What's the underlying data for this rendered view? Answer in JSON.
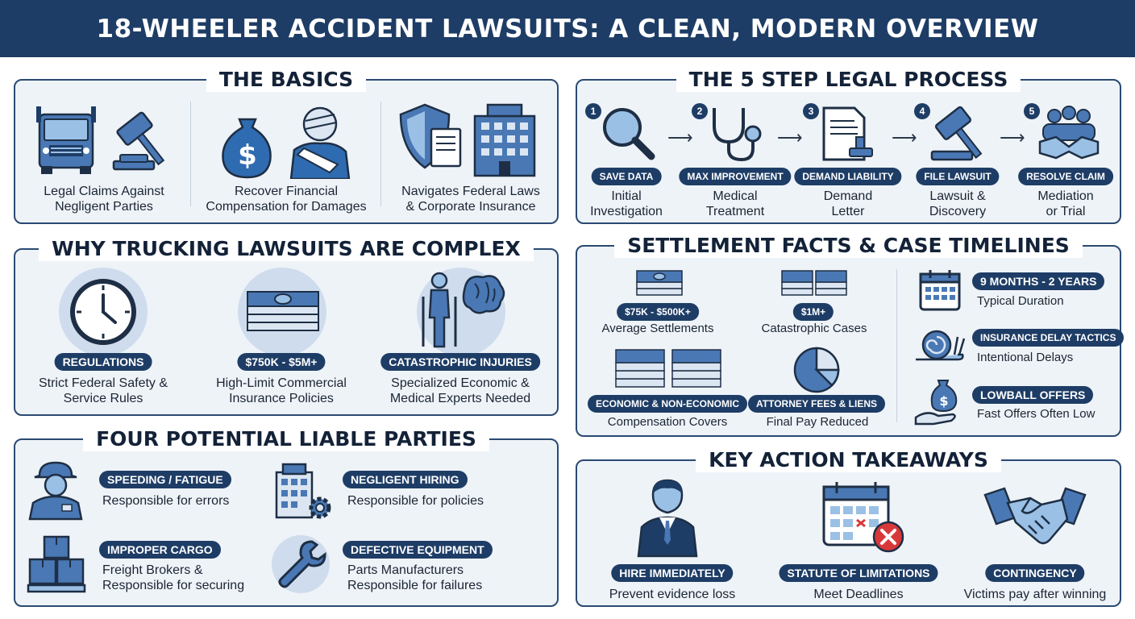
{
  "header": {
    "title": "18-WHEELER ACCIDENT LAWSUITS: A CLEAN, MODERN OVERVIEW"
  },
  "colors": {
    "navy": "#1e3d66",
    "light_panel": "#eef3f8",
    "icon_blue": "#4a78b5",
    "red": "#d9383a"
  },
  "basics": {
    "title": "THE BASICS",
    "items": [
      {
        "icon": "truck-gavel-icon",
        "caption_1": "Legal Claims Against",
        "caption_2": "Negligent Parties"
      },
      {
        "icon": "money-bag-injured-person-icon",
        "caption_1": "Recover Financial",
        "caption_2": "Compensation for Damages"
      },
      {
        "icon": "shield-building-icon",
        "caption_1": "Navigates Federal Laws",
        "caption_2": "& Corporate Insurance"
      }
    ]
  },
  "process": {
    "title": "THE 5 STEP LEGAL PROCESS",
    "steps": [
      {
        "num": "1",
        "icon": "magnifier-icon",
        "badge": "SAVE DATA",
        "caption_1": "Initial",
        "caption_2": "Investigation"
      },
      {
        "num": "2",
        "icon": "stethoscope-icon",
        "badge": "MAX IMPROVEMENT",
        "caption_1": "Medical",
        "caption_2": "Treatment"
      },
      {
        "num": "3",
        "icon": "document-stamp-icon",
        "badge": "DEMAND LIABILITY",
        "caption_1": "Demand",
        "caption_2": "Letter"
      },
      {
        "num": "4",
        "icon": "gavel-icon",
        "badge": "FILE LAWSUIT",
        "caption_1": "Lawsuit &",
        "caption_2": "Discovery"
      },
      {
        "num": "5",
        "icon": "handshake-group-icon",
        "badge": "RESOLVE CLAIM",
        "caption_1": "Mediation",
        "caption_2": "or Trial"
      }
    ]
  },
  "complex": {
    "title": "WHY TRUCKING LAWSUITS ARE COMPLEX",
    "items": [
      {
        "icon": "clock-icon",
        "badge": "REGULATIONS",
        "caption_1": "Strict Federal Safety &",
        "caption_2": "Service Rules"
      },
      {
        "icon": "cash-stack-icon",
        "badge": "$750K - $5M+",
        "caption_1": "High-Limit Commercial",
        "caption_2": "Insurance Policies"
      },
      {
        "icon": "crutches-brain-icon",
        "badge": "CATASTROPHIC INJURIES",
        "caption_1": "Specialized Economic &",
        "caption_2": "Medical Experts Needed"
      }
    ]
  },
  "settlement": {
    "title": "SETTLEMENT FACTS & CASE TIMELINES",
    "facts": [
      {
        "icon": "cash-stack-icon",
        "badge": "$75K - $500K+",
        "caption": "Average Settlements"
      },
      {
        "icon": "cash-stacks-icon",
        "badge": "$1M+",
        "caption": "Catastrophic Cases"
      },
      {
        "icon": "cash-stacks-icon",
        "badge": "ECONOMIC & NON-ECONOMIC",
        "caption": "Compensation Covers"
      },
      {
        "icon": "pie-chart-icon",
        "badge": "ATTORNEY FEES & LIENS",
        "caption": "Final Pay Reduced"
      }
    ],
    "timeline": [
      {
        "icon": "calendar-icon",
        "badge": "9 MONTHS - 2 YEARS",
        "caption": "Typical Duration"
      },
      {
        "icon": "snail-icon",
        "badge": "INSURANCE DELAY TACTICS",
        "caption": "Intentional Delays"
      },
      {
        "icon": "hand-money-icon",
        "badge": "LOWBALL OFFERS",
        "caption": "Fast Offers Often Low"
      }
    ]
  },
  "liable": {
    "title": "FOUR POTENTIAL LIABLE PARTIES",
    "items": [
      {
        "icon": "driver-icon",
        "badge": "SPEEDING / FATIGUE",
        "caption_1": "Responsible for errors",
        "caption_2": ""
      },
      {
        "icon": "company-gear-icon",
        "badge": "NEGLIGENT HIRING",
        "caption_1": "Responsible for policies",
        "caption_2": ""
      },
      {
        "icon": "boxes-icon",
        "badge": "IMPROPER CARGO",
        "caption_1": "Freight Brokers &",
        "caption_2": "Responsible for securing"
      },
      {
        "icon": "wrench-icon",
        "badge": "DEFECTIVE EQUIPMENT",
        "caption_1": "Parts Manufacturers",
        "caption_2": "Responsible for failures"
      }
    ]
  },
  "takeaways": {
    "title": "KEY ACTION TAKEAWAYS",
    "items": [
      {
        "icon": "lawyer-icon",
        "badge": "HIRE IMMEDIATELY",
        "caption": "Prevent evidence loss"
      },
      {
        "icon": "calendar-x-icon",
        "badge": "STATUTE OF LIMITATIONS",
        "caption": "Meet Deadlines"
      },
      {
        "icon": "handshake-icon",
        "badge": "CONTINGENCY",
        "caption": "Victims pay after winning"
      }
    ]
  }
}
